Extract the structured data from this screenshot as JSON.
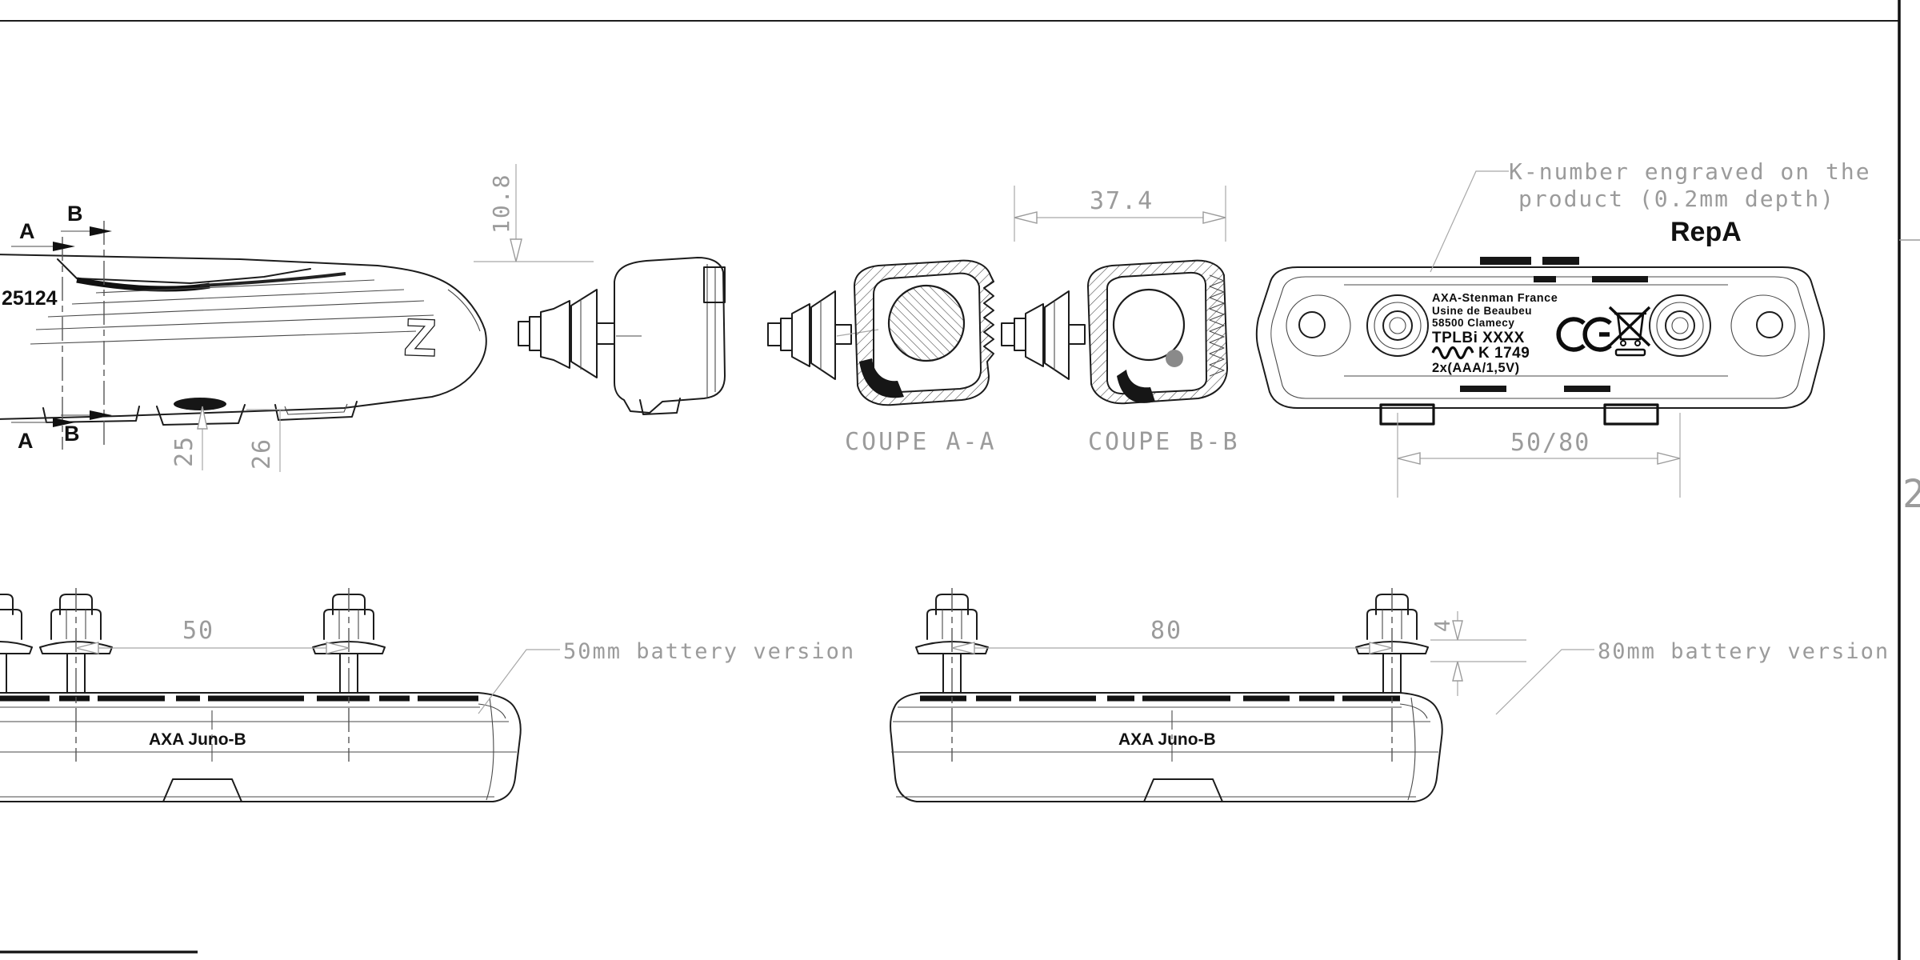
{
  "colors": {
    "background": "#ffffff",
    "line": "#1c1c1c",
    "dim_gray": "#9b9b9b"
  },
  "frame": {
    "zone_label": "2"
  },
  "side_view": {
    "part_number": "25124",
    "logo": "Z",
    "section_label_a": "A",
    "section_label_b": "B",
    "dim_25": "25",
    "dim_26": "26"
  },
  "detail_view": {
    "dim_10_8": "10.8"
  },
  "section_aa": {
    "label": "COUPE A-A"
  },
  "section_bb": {
    "label": "COUPE B-B",
    "dim_37_4": "37.4"
  },
  "rear_view": {
    "note_line1": "K-number engraved on the",
    "note_line2": "product (0.2mm depth)",
    "rep_label": "RepA",
    "dim_50_80": "50/80",
    "plate": {
      "line1": "AXA-Stenman France",
      "line2": "Usine de Beaubeu",
      "line3": "58500 Clamecy",
      "line4": "TPLBi XXXX",
      "line5": "K 1749",
      "line6": "2x(AAA/1,5V)"
    }
  },
  "view_50": {
    "dim_50": "50",
    "callout": "50mm battery version",
    "product_label": "AXA Juno-B"
  },
  "view_80": {
    "dim_80": "80",
    "dim_4": "4",
    "callout": "80mm battery version",
    "product_label": "AXA Juno-B"
  }
}
